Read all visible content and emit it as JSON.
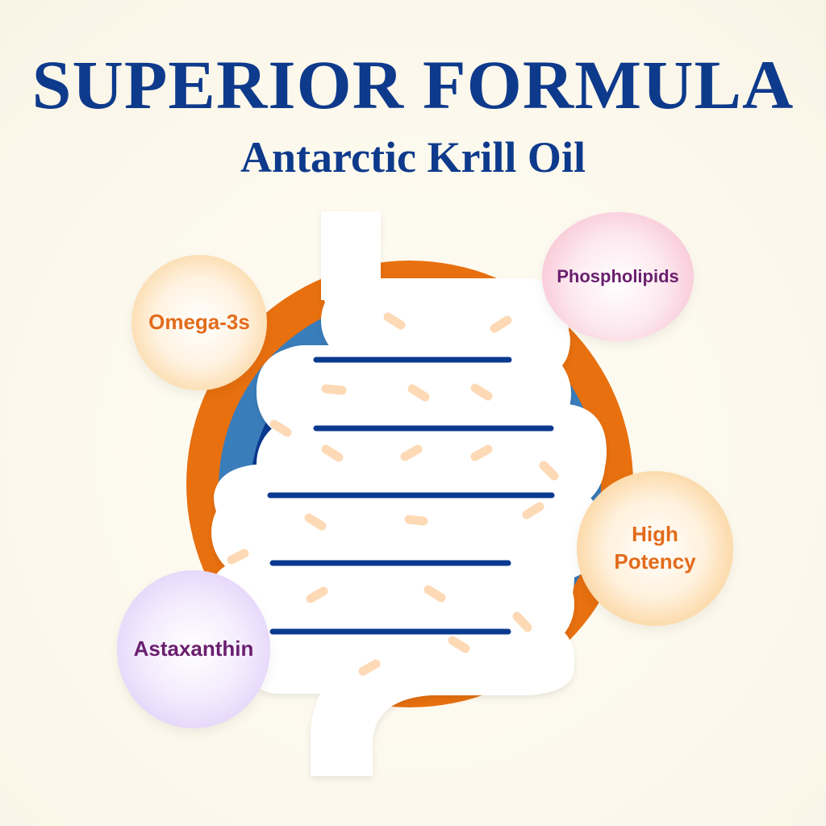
{
  "header": {
    "title": "SUPERIOR FORMULA",
    "subtitle": "Antarctic Krill Oil"
  },
  "illustration": {
    "subject": "intestine-icon",
    "colors": {
      "background": "#fcf8ec",
      "title_blue": "#0e3a8c",
      "outer_ring_orange": "#e8700f",
      "middle_ring_blue": "#3a7dbb",
      "inner_core_navy": "#0a3a8f",
      "intestine_white": "#ffffff",
      "particle_peach": "#fdd9b5"
    }
  },
  "benefits": [
    {
      "label_lines": [
        "Omega-3s"
      ],
      "color": "#e26b1b",
      "bubble": "orange"
    },
    {
      "label_lines": [
        "Phospholipids"
      ],
      "color": "#6a1f6e",
      "bubble": "pink"
    },
    {
      "label_lines": [
        "High",
        "Potency"
      ],
      "color": "#e26b1b",
      "bubble": "orange"
    },
    {
      "label_lines": [
        "Astaxanthin"
      ],
      "color": "#6a1f6e",
      "bubble": "lavender"
    }
  ]
}
